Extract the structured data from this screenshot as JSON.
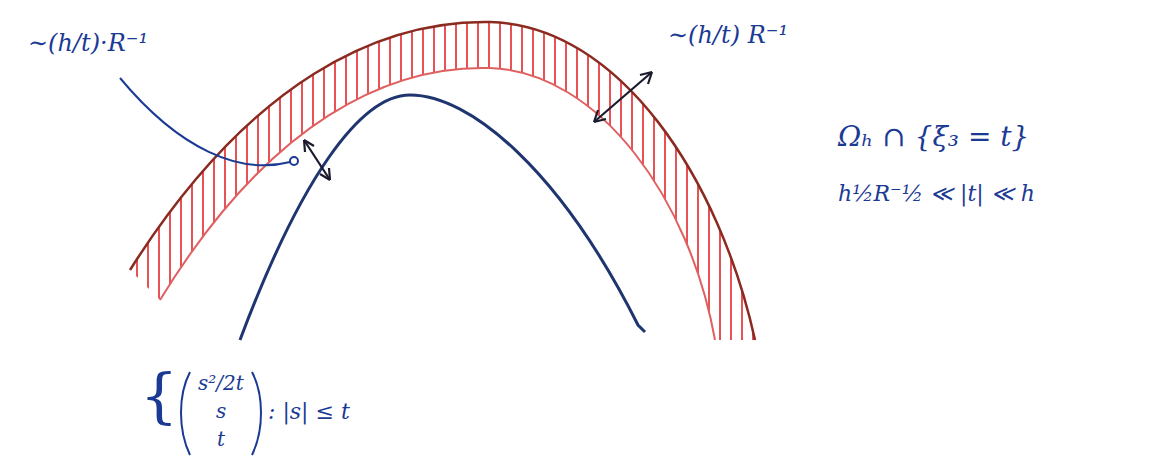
{
  "diagram": {
    "labels": [
      "∼(h/t)·R⁻¹",
      "∼(h/t) R⁻¹",
      "Ωₕ ∩ {ξ₃ = t}",
      "h½R⁻½ ≪ |t| ≪ h",
      "{",
      "s²/2t",
      "s",
      "t",
      ": |s| ≤ t"
    ]
  }
}
